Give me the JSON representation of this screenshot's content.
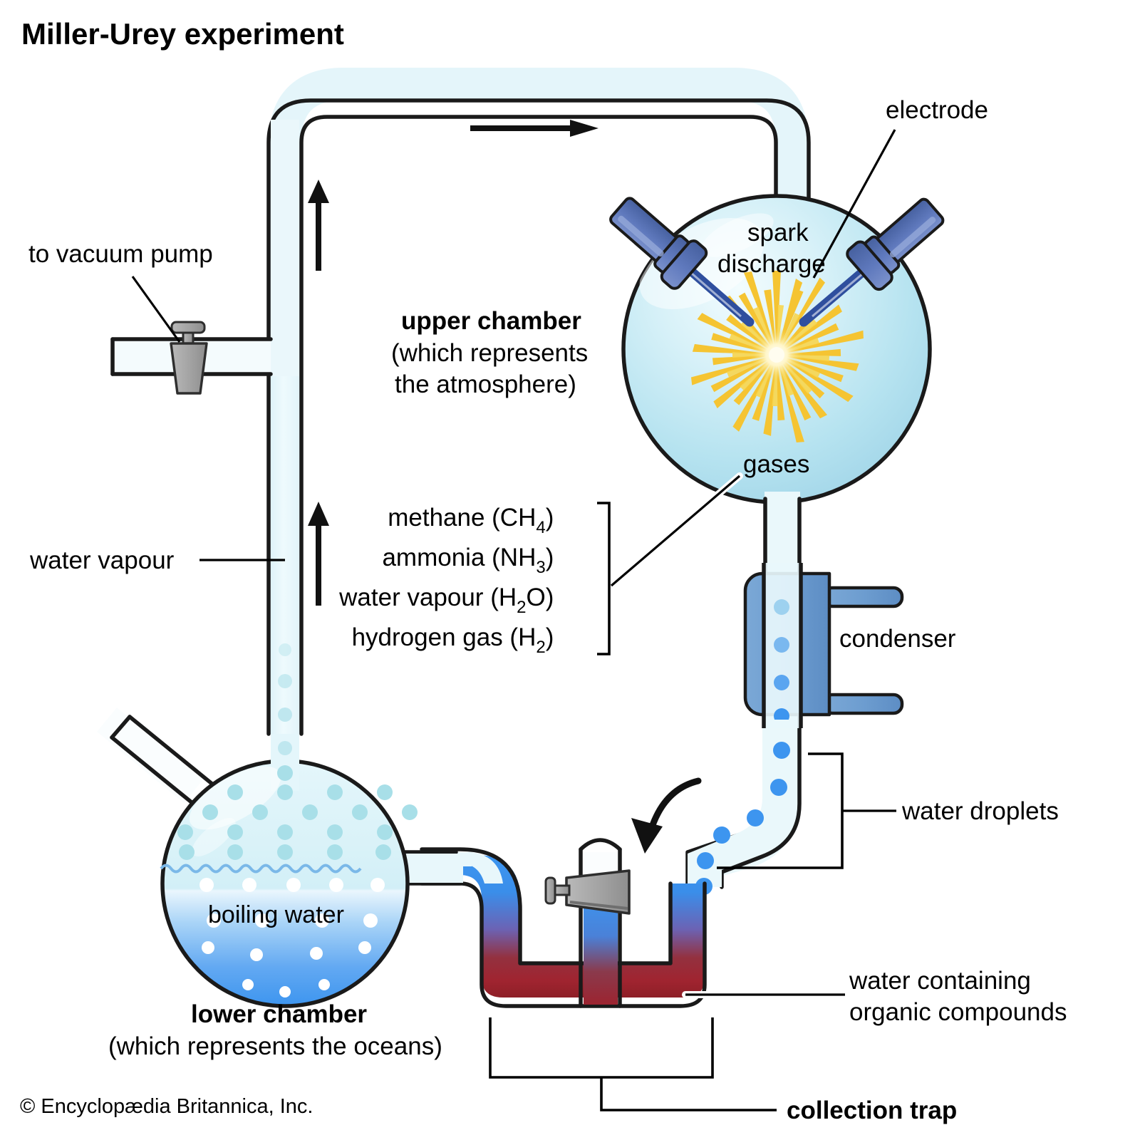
{
  "title": "Miller-Urey experiment",
  "credit": "© Encyclopædia Britannica, Inc.",
  "labels": {
    "vacuum_pump": "to vacuum pump",
    "upper_chamber_bold": "upper chamber",
    "upper_chamber_line2": "(which represents",
    "upper_chamber_line3": "the atmosphere)",
    "spark_line1": "spark",
    "spark_line2": "discharge",
    "electrode": "electrode",
    "gases": "gases",
    "condenser": "condenser",
    "water_vapour": "water vapour",
    "water_droplets": "water droplets",
    "water_organic_line1": "water containing",
    "water_organic_line2": "organic compounds",
    "boiling_water": "boiling water",
    "lower_chamber_bold": "lower chamber",
    "lower_chamber_line2": "(which represents the oceans)",
    "collection_trap": "collection trap"
  },
  "gas_list": [
    {
      "name": "methane (CH",
      "sub": "4",
      "tail": ")"
    },
    {
      "name": "ammonia (NH",
      "sub": "3",
      "tail": ")"
    },
    {
      "name": "water vapour (H",
      "sub": "2",
      "tail": "O)"
    },
    {
      "name": "hydrogen gas (H",
      "sub": "2",
      "tail": ")"
    }
  ],
  "colors": {
    "glass_outline": "#1a1a1a",
    "vapour_pale": "#e8f7fb",
    "flask_cyan_light": "#ddf3f8",
    "flask_cyan_mid": "#b6e3f0",
    "flask_cyan_deep": "#a3d8e9",
    "water_blue": "#3d95ef",
    "water_blue_deep": "#2f7fe0",
    "organic_red": "#a02430",
    "organic_red_dark": "#8c1f28",
    "droplet_blue": "#3d95ef",
    "bubble_cyan": "#a8dfe8",
    "electrode_blue": "#5f79bd",
    "electrode_blue_dark": "#3a5596",
    "condenser_blue": "#6d9dd0",
    "stopcock_gray": "#a8a8a8",
    "spark_gold": "#f5c432",
    "spark_core": "#fffbe0",
    "text_black": "#000000"
  }
}
